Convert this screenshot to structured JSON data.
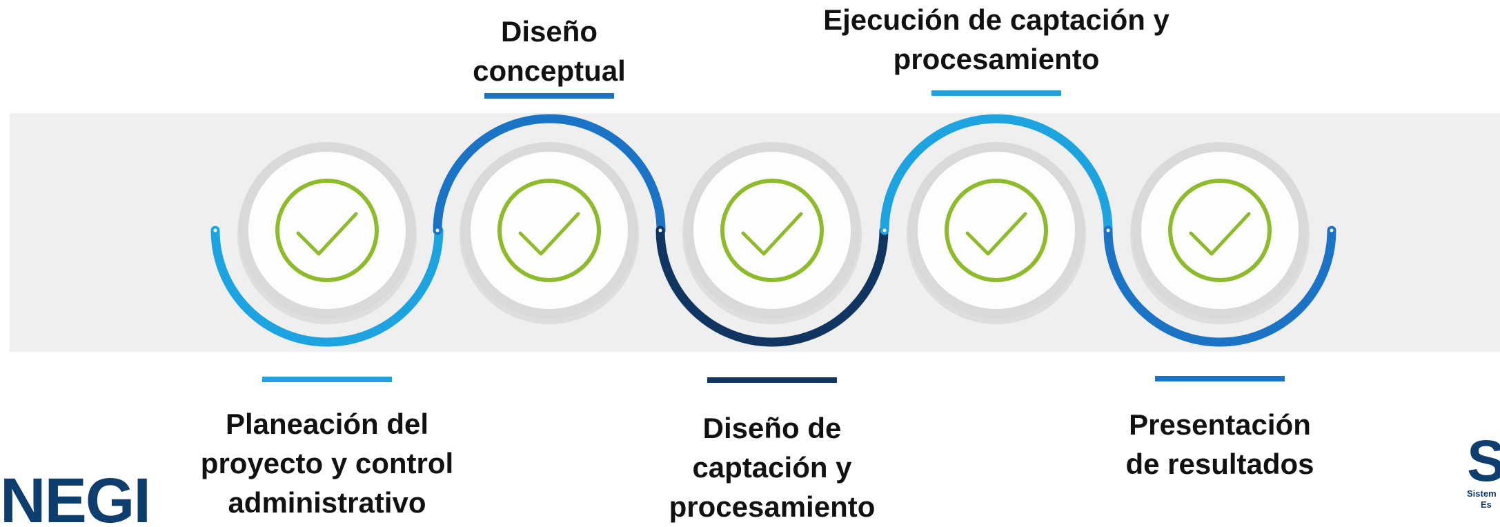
{
  "stages": [
    {
      "label": "Planeación del\nproyecto y control\nadministrativo",
      "color": "#1da3e0",
      "checked": true
    },
    {
      "label": "Diseño\nconceptual",
      "color": "#1a73c4",
      "checked": true
    },
    {
      "label": "Diseño de\ncaptación y\nprocesamiento",
      "color": "#0f3560",
      "checked": true
    },
    {
      "label": "Ejecución de captación y\nprocesamiento",
      "color": "#1da3e0",
      "checked": true
    },
    {
      "label": "Presentación\nde resultados",
      "color": "#1a73c4",
      "checked": true
    }
  ],
  "colors": {
    "check": "#8dbb2b",
    "band": "#efefef",
    "ring": "#d9d9d9",
    "text": "#111111"
  },
  "logos": {
    "left": "NEGI",
    "right_letter": "S",
    "right_tiny_1": "Sistem",
    "right_tiny_2": "Es"
  }
}
